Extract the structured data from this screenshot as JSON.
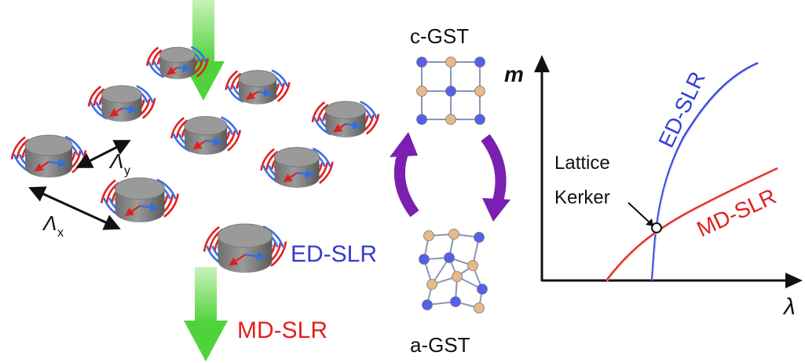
{
  "array": {
    "lambda_y": "Λ",
    "lambda_y_sub": "y",
    "lambda_x": "Λ",
    "lambda_x_sub": "x",
    "ed_label": "ED-SLR",
    "md_label": "MD-SLR"
  },
  "phase": {
    "top_label": "c-GST",
    "bottom_label": "a-GST"
  },
  "plot": {
    "ylabel": "m",
    "xlabel": "λ",
    "ed_curve_label": "ED-SLR",
    "md_curve_label": "MD-SLR",
    "crossing_label_line1": "Lattice",
    "crossing_label_line2": "Kerker"
  },
  "colors": {
    "ed": "#2f3fd8",
    "md": "#e02020",
    "beam": "#5ed64a",
    "phase_arrow": "#7a1fb0",
    "atom_blue": "#5560e8",
    "atom_tan": "#e6b98a",
    "pillar": "#8a8a8a"
  }
}
